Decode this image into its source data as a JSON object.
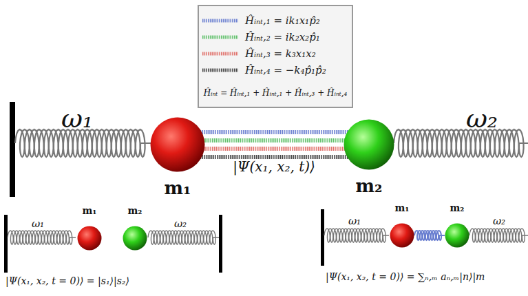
{
  "diagram": {
    "nodes": [
      {
        "text": [
          "m₁"
        ]
      },
      {
        "text": [
          "m₂"
        ]
      },
      {
        "text": [
          "m₁"
        ]
      },
      {
        "text": [
          "m₂"
        ]
      },
      {
        "text": [
          "m₁"
        ]
      },
      {
        "text": [
          "m₂"
        ]
      }
    ],
    "edges": [
      {
        "from": 0,
        "to": 1,
        "arrow": "none"
      },
      {
        "from": 0,
        "to": 1,
        "arrow": "none"
      },
      {
        "from": 0,
        "to": 1,
        "arrow": "none"
      },
      {
        "from": 0,
        "to": 1,
        "arrow": "none"
      },
      {
        "from": 4,
        "to": 5,
        "arrow": "none"
      }
    ],
    "labels": [
      "Ĥᵢₙₜ = Ĥᵢₙₜ,₁ + Ĥᵢₙₜ,₁ + Ĥᵢₙₜ,₃ + Ĥᵢₙₜ,₄",
      "ω₁",
      "ω₂",
      "|Ψ(x₁, x₂, t)⟩",
      "ω₁",
      "ω₂",
      "ω₁",
      "ω₂",
      "|Ψ(x₁, x₂, t = 0)⟩ = |s₁⟩|s₂⟩",
      "|Ψ(x₁, x₂, t = 0)⟩ = ∑ₙ,ₘ aₙ,ₘ|n⟩|m"
    ],
    "legend": [
      {
        "text": "Ĥᵢₙₜ,₁ = ik₁x₁p̂₂"
      },
      {
        "text": "Ĥᵢₙₜ,₂ = ik₂x₂p̂₁"
      },
      {
        "text": "Ĥᵢₙₜ,₃ = k₃x₁x₂"
      },
      {
        "text": "Ĥᵢₙₜ,₄ = −k₄p̂₁p̂₂"
      }
    ]
  }
}
